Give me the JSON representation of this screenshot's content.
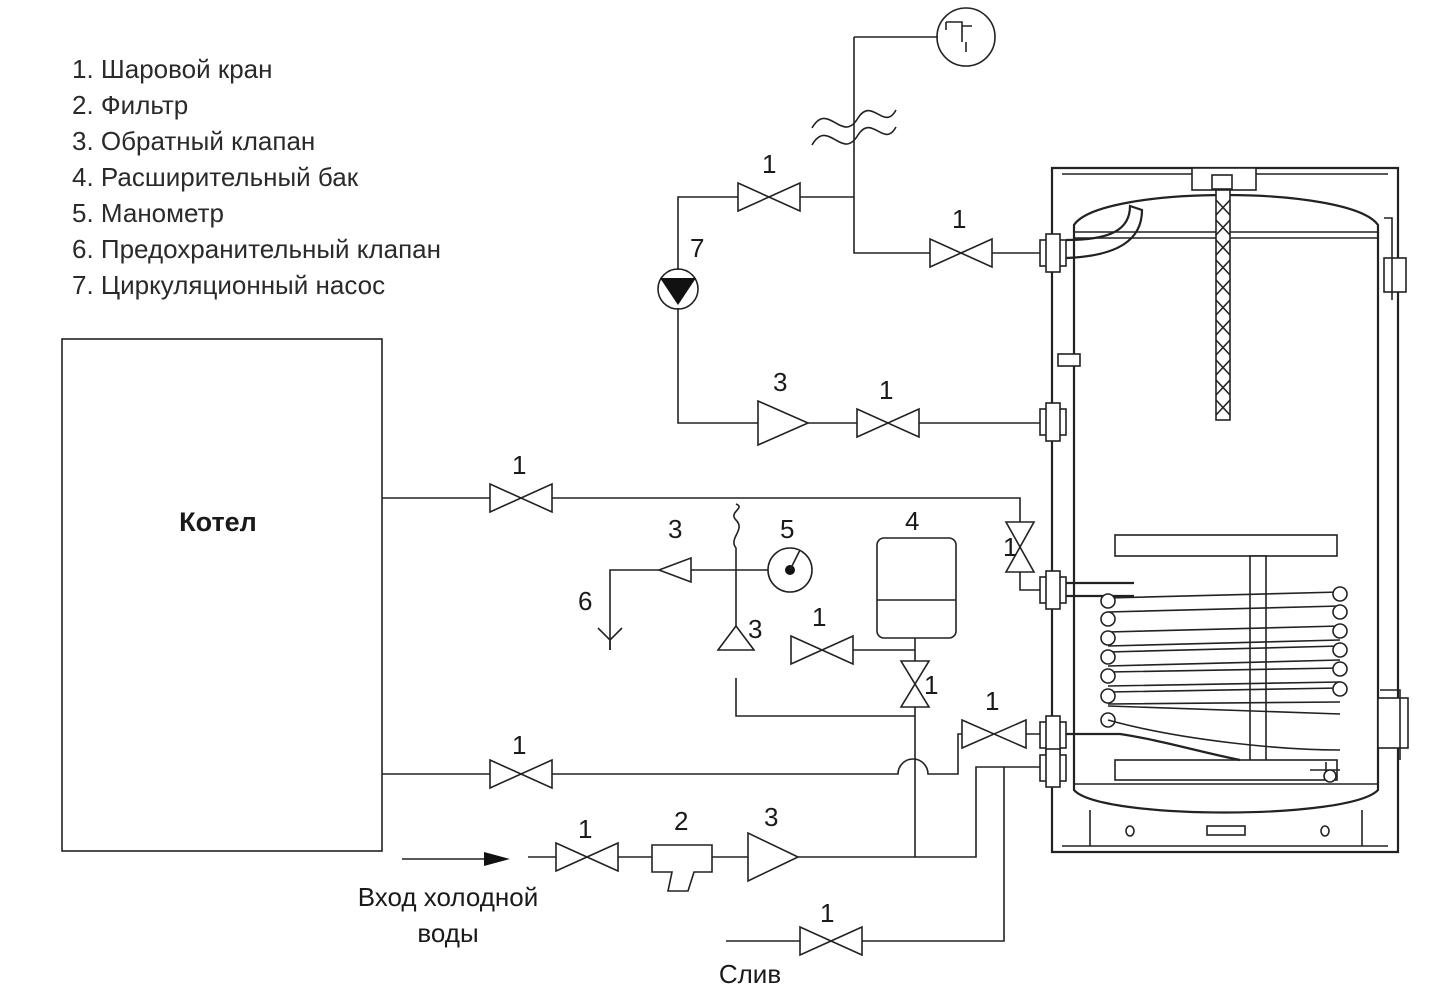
{
  "legend": [
    "1. Шаровой кран",
    "2. Фильтр",
    "3. Обратный клапан",
    "4. Расширительный бак",
    "5. Манометр",
    "6. Предохранительный клапан",
    "7. Циркуляционный насос"
  ],
  "boiler_label": "Котел",
  "cold_inlet_label": [
    "Вход холодной",
    "воды"
  ],
  "drain_label": "Слив",
  "valve_number": "1",
  "filter_number": "2",
  "check_valve_number": "3",
  "expansion_tank_number": "4",
  "manometer_number": "5",
  "safety_valve_number": "6",
  "pump_number": "7"
}
